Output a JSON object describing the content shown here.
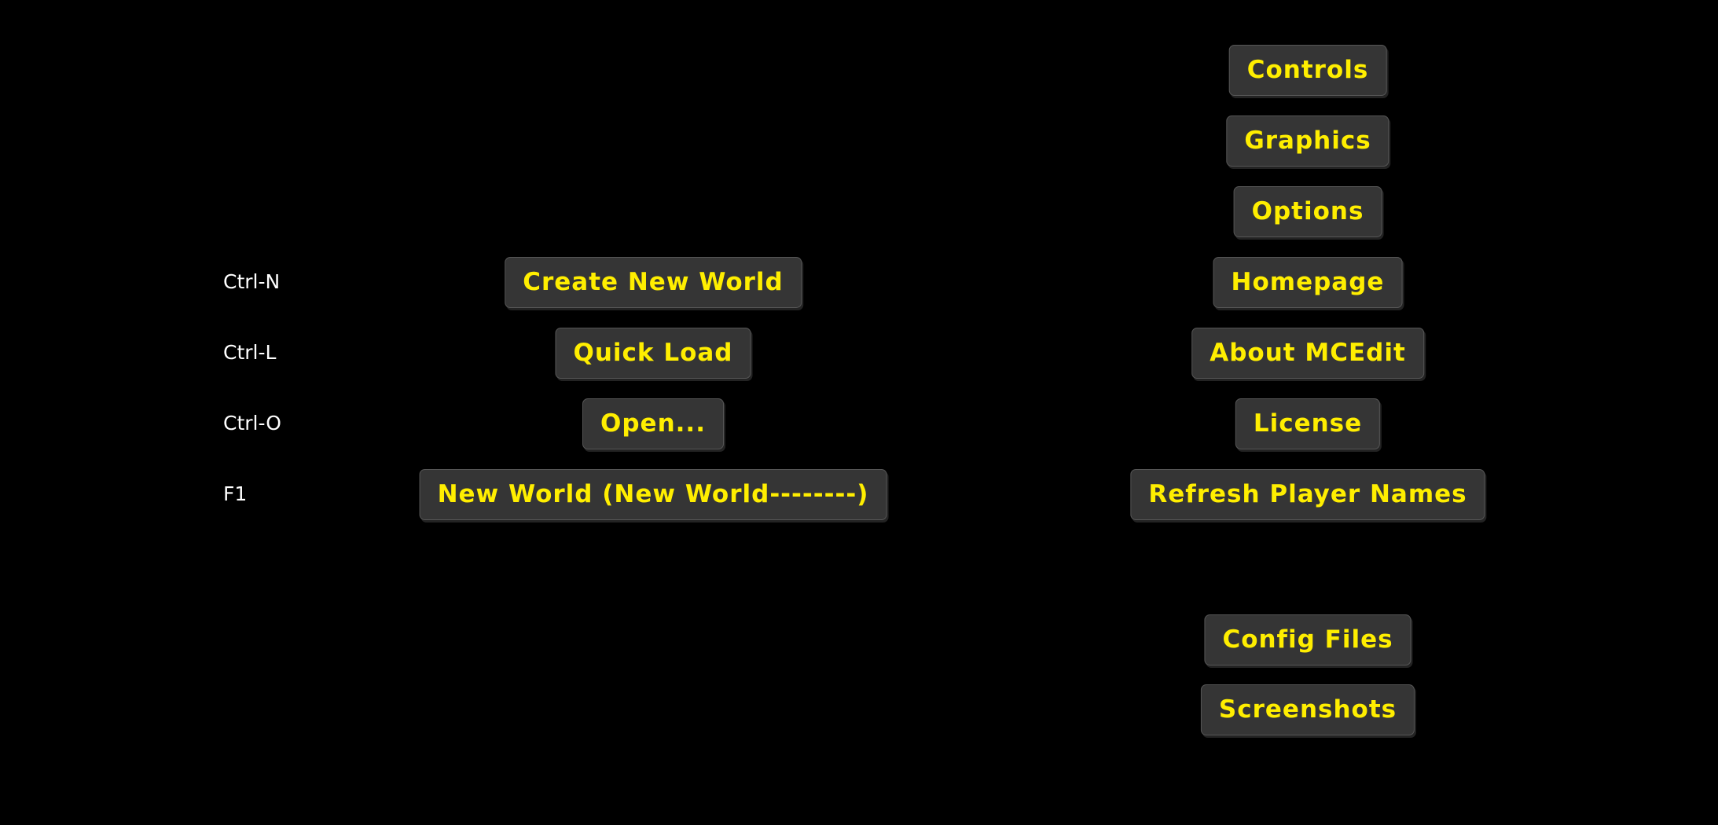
{
  "colors": {
    "background": "#000000",
    "button_background": "#353535",
    "button_border": "#565656",
    "button_text": "#ffee00",
    "shortcut_text": "#ffffff"
  },
  "left_menu": {
    "items": [
      {
        "shortcut": "Ctrl-N",
        "label": "Create New World"
      },
      {
        "shortcut": "Ctrl-L",
        "label": "Quick Load"
      },
      {
        "shortcut": "Ctrl-O",
        "label": "Open..."
      },
      {
        "shortcut": "F1",
        "label": "New World (New World--------)"
      }
    ]
  },
  "right_menu": {
    "top_items": [
      "Controls",
      "Graphics",
      "Options",
      "Homepage",
      "About MCEdit",
      "License",
      "Refresh Player Names"
    ],
    "bottom_items": [
      "Config Files",
      "Screenshots"
    ]
  }
}
